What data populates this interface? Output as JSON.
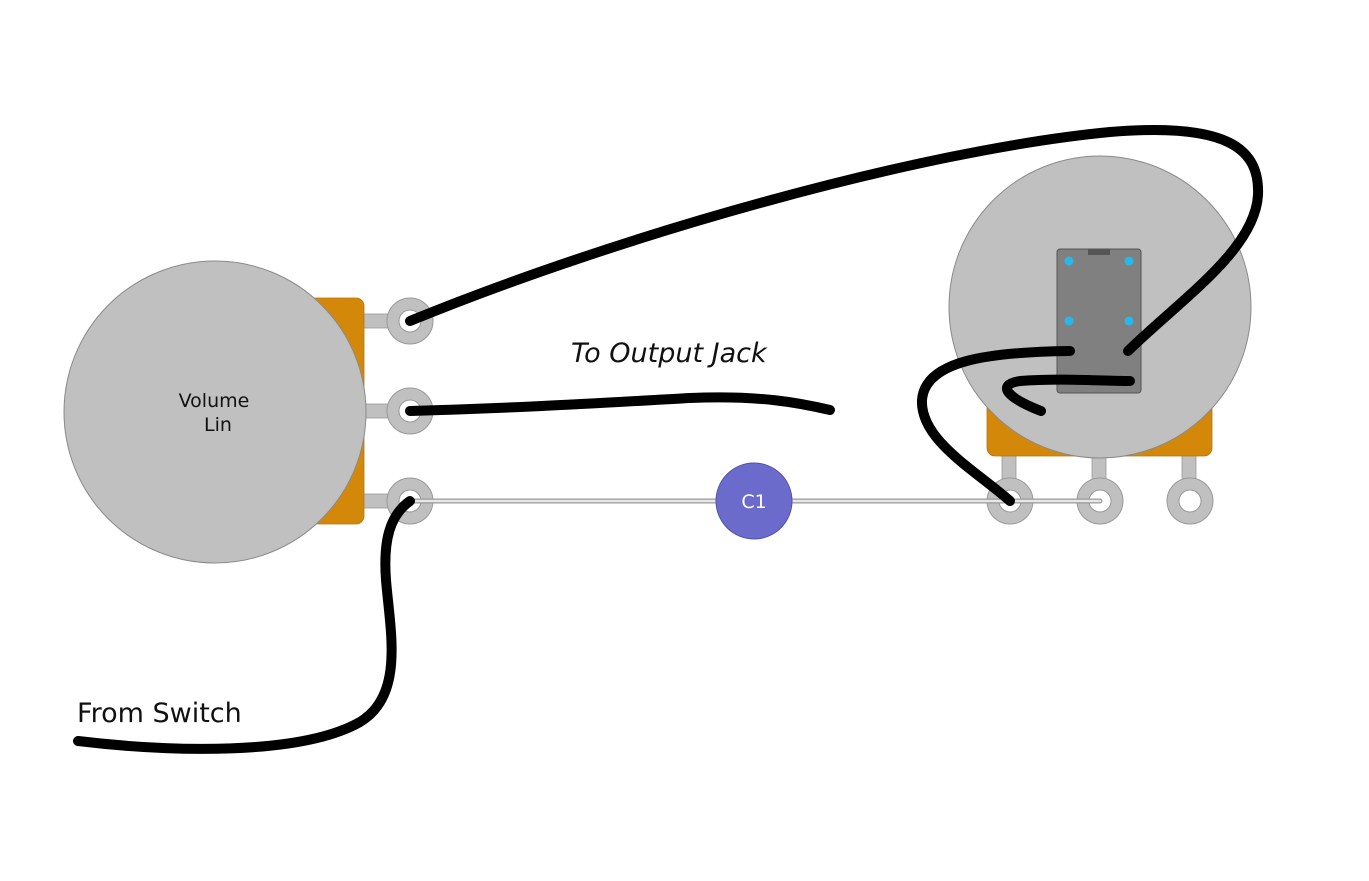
{
  "volume_pot": {
    "label_line1": "Volume",
    "label_line2": "Lin"
  },
  "capacitor": {
    "label": "C1"
  },
  "labels": {
    "to_output_jack": "To Output Jack",
    "from_switch": "From Switch"
  },
  "colors": {
    "pot_body": "#c0c0c0",
    "pot_bracket": "#d4880a",
    "capacitor": "#6b6bcc",
    "wire": "#000000",
    "push_pull_switch": "#808080",
    "switch_contacts": "#29b6e8"
  }
}
